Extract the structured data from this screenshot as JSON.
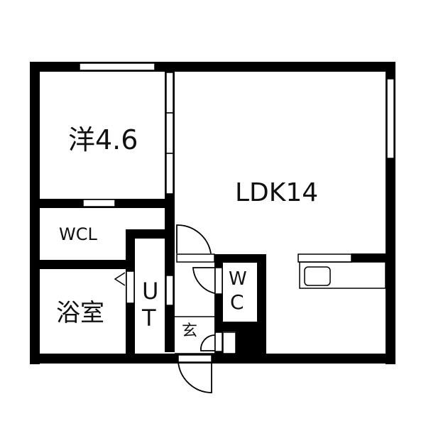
{
  "floorplan": {
    "rooms": {
      "western_room": {
        "label": "洋4.6"
      },
      "ldk": {
        "label": "LDK14"
      },
      "wcl": {
        "label": "WCL"
      },
      "bathroom": {
        "label": "浴室"
      },
      "utility": {
        "label_top": "U",
        "label_bottom": "T"
      },
      "toilet": {
        "label_top": "W",
        "label_bottom": "C"
      },
      "entrance": {
        "label": "玄"
      }
    },
    "colors": {
      "wall": "#000000",
      "background": "#ffffff"
    }
  }
}
